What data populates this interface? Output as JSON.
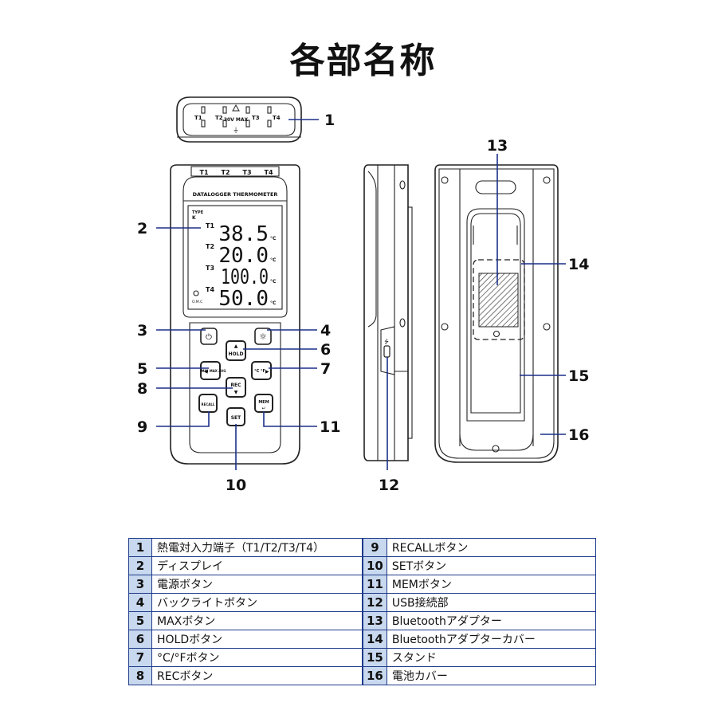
{
  "title": "各部名称",
  "colors": {
    "leader_line": "#1b2f8a",
    "table_border": "#1e3a8a",
    "number_cell_bg": "#c8d8ee"
  },
  "top_connector": {
    "channels": [
      "T1",
      "T2",
      "T3",
      "T4"
    ],
    "warning": "30V MAX"
  },
  "front_device": {
    "channel_tabs": [
      "T1",
      "T2",
      "T3",
      "T4"
    ],
    "header": "DATALOGGER THERMOMETER",
    "lcd": {
      "type_label": "TYPE",
      "type_value": "K",
      "channels": [
        {
          "label": "T1",
          "value": "38.5",
          "unit": "°C"
        },
        {
          "label": "T2",
          "value": "20.0",
          "unit": "°C"
        },
        {
          "label": "T3",
          "value": "100.0",
          "unit": "°C"
        },
        {
          "label": "T4",
          "value": "50.0",
          "unit": "°C"
        }
      ],
      "indicator": "O.M.C"
    },
    "buttons": {
      "power": "⏻",
      "backlight": "☼",
      "hold": "HOLD",
      "max": "MIN MAX AVG",
      "unit": "°C °F",
      "rec": "REC",
      "recall": "RECALL",
      "set": "SET",
      "mem": "MEM"
    }
  },
  "callouts": [
    "1",
    "2",
    "3",
    "4",
    "5",
    "6",
    "7",
    "8",
    "9",
    "10",
    "11",
    "12",
    "13",
    "14",
    "15",
    "16"
  ],
  "parts_table": {
    "left": [
      {
        "num": "1",
        "label": "熱電対入力端子（T1/T2/T3/T4）"
      },
      {
        "num": "2",
        "label": "ディスプレイ"
      },
      {
        "num": "3",
        "label": "電源ボタン"
      },
      {
        "num": "4",
        "label": "バックライトボタン"
      },
      {
        "num": "5",
        "label": "MAXボタン"
      },
      {
        "num": "6",
        "label": "HOLDボタン"
      },
      {
        "num": "7",
        "label": "°C/°Fボタン"
      },
      {
        "num": "8",
        "label": "RECボタン"
      }
    ],
    "right": [
      {
        "num": "9",
        "label": "RECALLボタン"
      },
      {
        "num": "10",
        "label": "SETボタン"
      },
      {
        "num": "11",
        "label": "MEMボタン"
      },
      {
        "num": "12",
        "label": "USB接続部"
      },
      {
        "num": "13",
        "label": "Bluetoothアダプター"
      },
      {
        "num": "14",
        "label": "Bluetoothアダプターカバー"
      },
      {
        "num": "15",
        "label": "スタンド"
      },
      {
        "num": "16",
        "label": "電池カバー"
      }
    ]
  }
}
